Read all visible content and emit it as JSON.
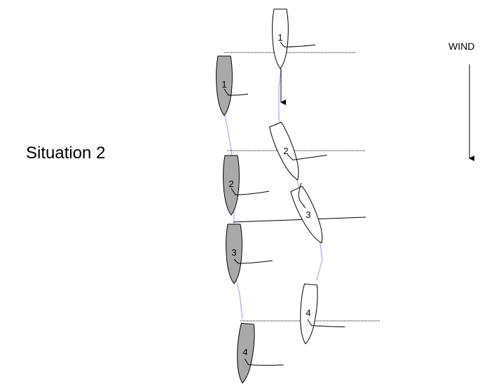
{
  "title": "Situation 2",
  "wind": {
    "label": "WIND"
  },
  "colors": {
    "grey_boat": "#a9a9a9",
    "white_boat": "#ffffff",
    "track": "#3333ff"
  },
  "boats": {
    "grey": [
      {
        "num": "1"
      },
      {
        "num": "2"
      },
      {
        "num": "3"
      },
      {
        "num": "4"
      }
    ],
    "white": [
      {
        "num": "1"
      },
      {
        "num": "2"
      },
      {
        "num": "3"
      },
      {
        "num": "4"
      }
    ]
  }
}
